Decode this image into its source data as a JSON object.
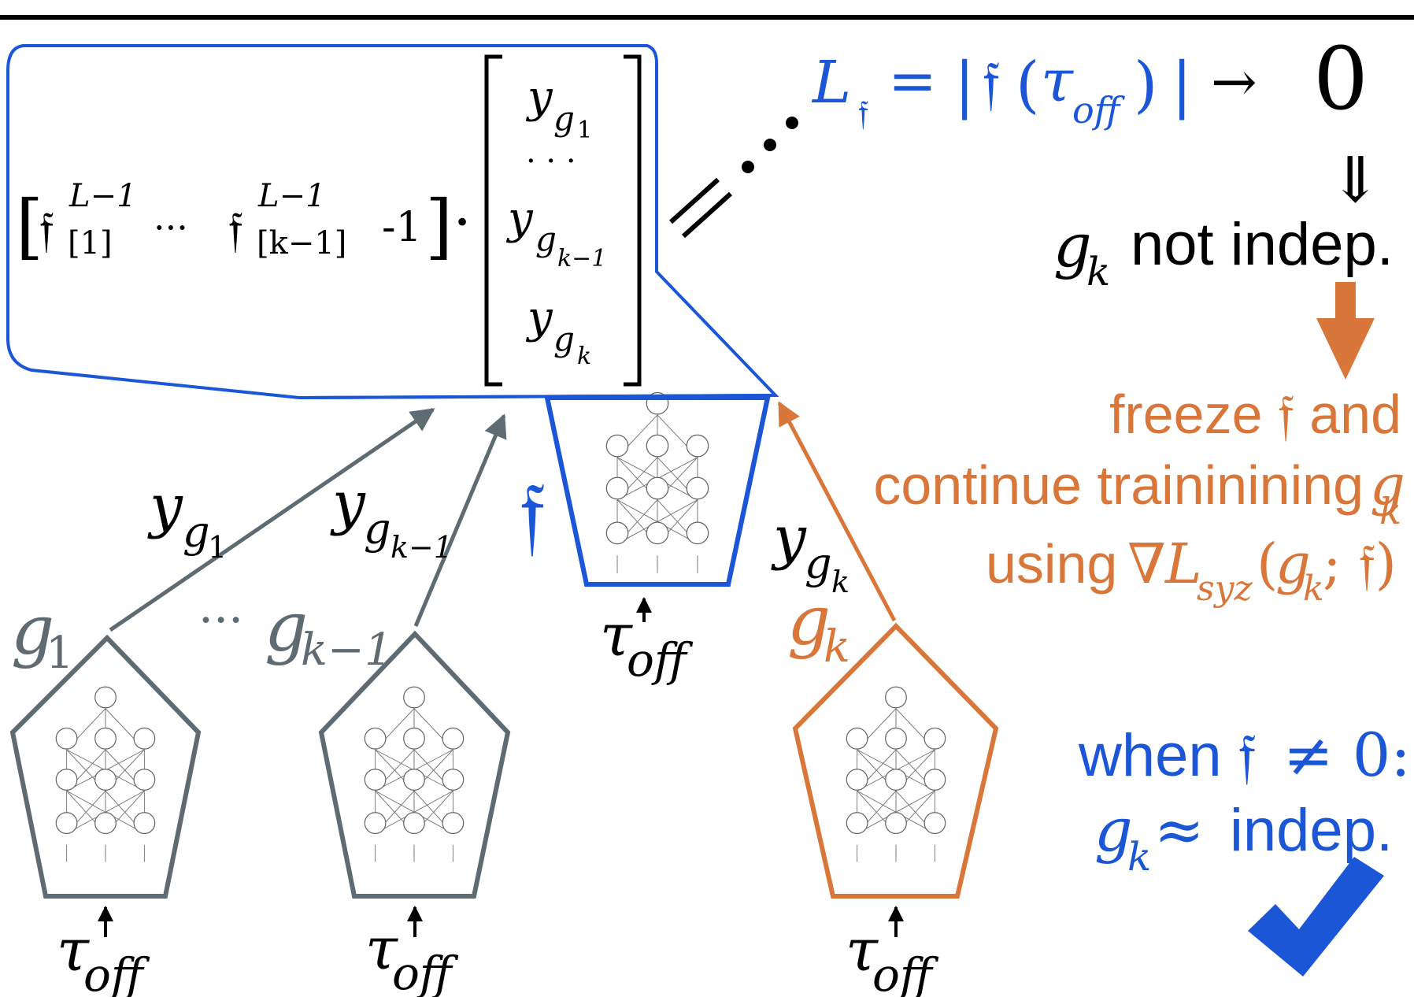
{
  "colors": {
    "blue": "#1a56d6",
    "orange": "#d9773a",
    "gray": "#5f6b73",
    "black": "#000000"
  },
  "equation": {
    "row_open": "[",
    "f1_symbol": "𝔣",
    "f1_sup": "L−1",
    "f1_sub": "[1]",
    "dots": "···",
    "f2_symbol": "𝔣",
    "f2_sup": "L−1",
    "f2_sub": "[k−1]",
    "minus_one": "-1",
    "row_close": "]",
    "dot_op": "·",
    "vec": [
      "y",
      "g",
      "1",
      "· · ·",
      "k−1",
      "k"
    ],
    "equals": "="
  },
  "loss": {
    "L": "L",
    "L_sub": "𝔣",
    "eq": "=",
    "bar_left": "|",
    "f": "𝔣",
    "paren_open": "(",
    "tau": "τ",
    "tau_sub": "off",
    "paren_close": ")",
    "bar_right": "|",
    "arrow": "→",
    "zero": "0",
    "implies": "⇓"
  },
  "not_indep": {
    "g": "g",
    "k": "k",
    "text": "not indep."
  },
  "freeze": {
    "line1": "freeze 𝔣 and",
    "line2_text": "continue traininining",
    "line2_g": "g",
    "line2_k": "k",
    "line3_text": "using",
    "line3_nabla": "∇",
    "line3_L": "L",
    "line3_sub": "syz",
    "line3_args_open": "(",
    "line3_g": "g",
    "line3_k": "k",
    "line3_rest": "; 𝔣)"
  },
  "when": {
    "line1_text": "when 𝔣",
    "line1_math": "≠ 0:",
    "g": "g",
    "k": "k",
    "approx": "≈",
    "indep": "indep."
  },
  "nodes": {
    "g1_label": "g",
    "g1_sub": "1",
    "gk1_prefix": "···",
    "gk1_label": "g",
    "gk1_sub": "k−1",
    "gk_label": "g",
    "gk_sub": "k",
    "f_label": "𝔣"
  },
  "edges": {
    "y_g1": "y",
    "y_g1_g": "g",
    "y_g1_sub": "1",
    "y_gk1": "y",
    "y_gk1_g": "g",
    "y_gk1_sub": "k−1",
    "y_gk": "y",
    "y_gk_g": "g",
    "y_gk_sub": "k"
  },
  "inputs": {
    "tau": "τ",
    "sub": "off"
  }
}
